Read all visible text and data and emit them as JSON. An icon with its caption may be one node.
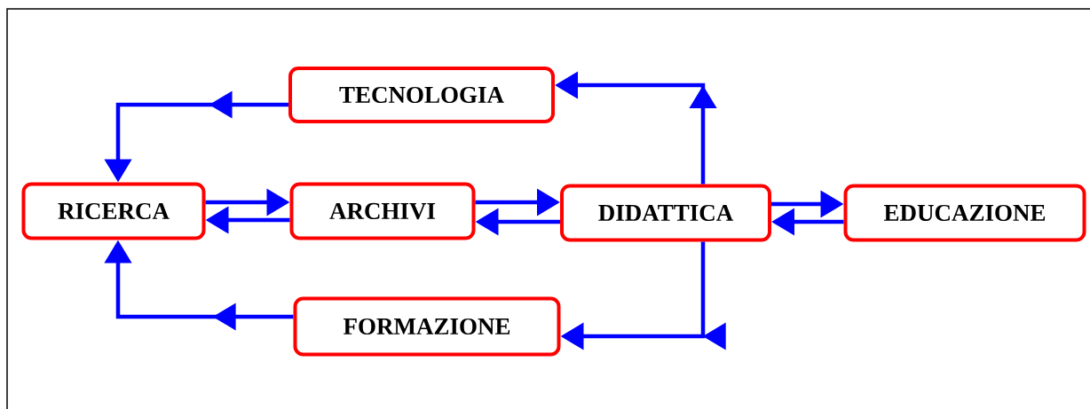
{
  "diagram": {
    "nodes": [
      {
        "text": [
          "TECNOLOGIA"
        ]
      },
      {
        "text": [
          "RICERCA"
        ]
      },
      {
        "text": [
          "ARCHIVI"
        ]
      },
      {
        "text": [
          "DIDATTICA"
        ]
      },
      {
        "text": [
          "EDUCAZIONE"
        ]
      },
      {
        "text": [
          "FORMAZIONE"
        ]
      }
    ],
    "edges": [
      {
        "from": 0,
        "to": 1,
        "arrow": "to"
      },
      {
        "from": 5,
        "to": 1,
        "arrow": "to"
      },
      {
        "from": 3,
        "to": 0,
        "arrow": "to"
      },
      {
        "from": 3,
        "to": 5,
        "arrow": "to"
      },
      {
        "from": 1,
        "to": 2,
        "arrow": "to"
      },
      {
        "from": 2,
        "to": 1,
        "arrow": "to"
      },
      {
        "from": 2,
        "to": 3,
        "arrow": "to"
      },
      {
        "from": 3,
        "to": 2,
        "arrow": "to"
      },
      {
        "from": 3,
        "to": 4,
        "arrow": "to"
      },
      {
        "from": 4,
        "to": 3,
        "arrow": "to"
      }
    ]
  }
}
